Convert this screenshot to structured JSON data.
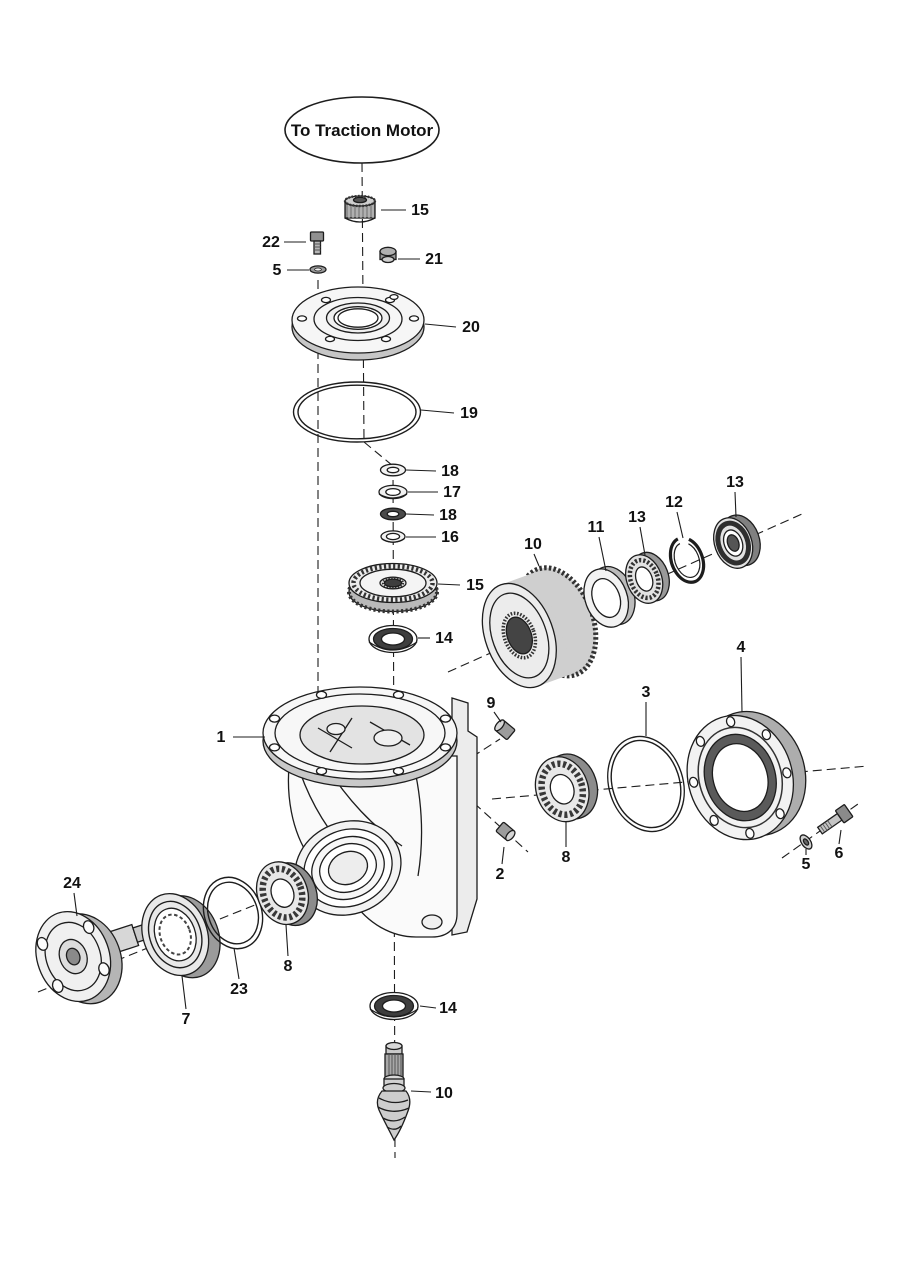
{
  "figure": {
    "balloon_label": "To Traction Motor",
    "background_color": "#ffffff",
    "line_color": "#1d1d1d"
  },
  "callouts": [
    {
      "label": "15"
    },
    {
      "label": "22"
    },
    {
      "label": "5"
    },
    {
      "label": "21"
    },
    {
      "label": "20"
    },
    {
      "label": "19"
    },
    {
      "label": "18"
    },
    {
      "label": "17"
    },
    {
      "label": "18"
    },
    {
      "label": "16"
    },
    {
      "label": "15"
    },
    {
      "label": "14"
    },
    {
      "label": "10"
    },
    {
      "label": "11"
    },
    {
      "label": "13"
    },
    {
      "label": "12"
    },
    {
      "label": "13"
    },
    {
      "label": "1"
    },
    {
      "label": "9"
    },
    {
      "label": "3"
    },
    {
      "label": "4"
    },
    {
      "label": "8"
    },
    {
      "label": "2"
    },
    {
      "label": "5"
    },
    {
      "label": "6"
    },
    {
      "label": "24"
    },
    {
      "label": "7"
    },
    {
      "label": "23"
    },
    {
      "label": "8"
    },
    {
      "label": "14"
    },
    {
      "label": "10"
    }
  ]
}
